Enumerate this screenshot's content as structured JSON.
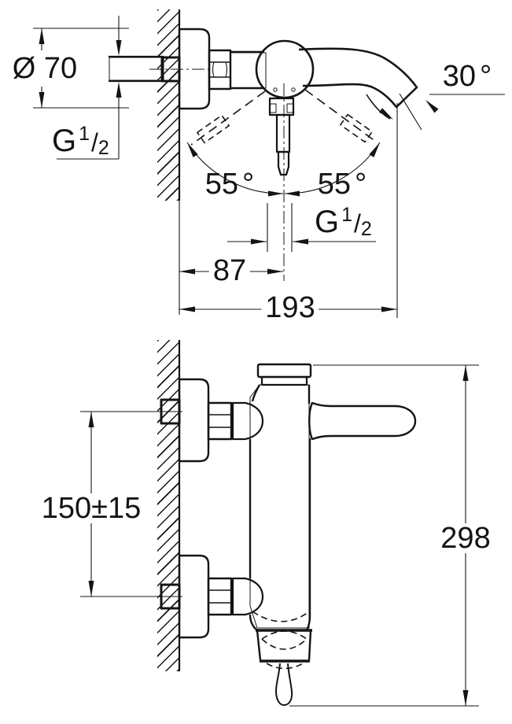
{
  "meta": {
    "background": "#ffffff",
    "ink_color": "#141414",
    "drawing_kind": "wall-mounted single-lever bath mixer dimensional drawing"
  },
  "top_view": {
    "flange_diameter": "Ø 70",
    "inlet_thread": {
      "prefix": "G",
      "numerator": "1",
      "slash": "/",
      "denominator": "2"
    },
    "spout_angle_value": "30",
    "spout_angle_unit": "°",
    "swing_left_value": "55",
    "swing_left_unit": "°",
    "swing_right_value": "55",
    "swing_right_unit": "°",
    "outlet_thread": {
      "prefix": "G",
      "numerator": "1",
      "slash": "/",
      "denominator": "2"
    },
    "wall_to_handle_center": "87",
    "wall_to_spout_end": "193"
  },
  "side_view": {
    "connection_height": "150±15",
    "overall_height": "298"
  }
}
